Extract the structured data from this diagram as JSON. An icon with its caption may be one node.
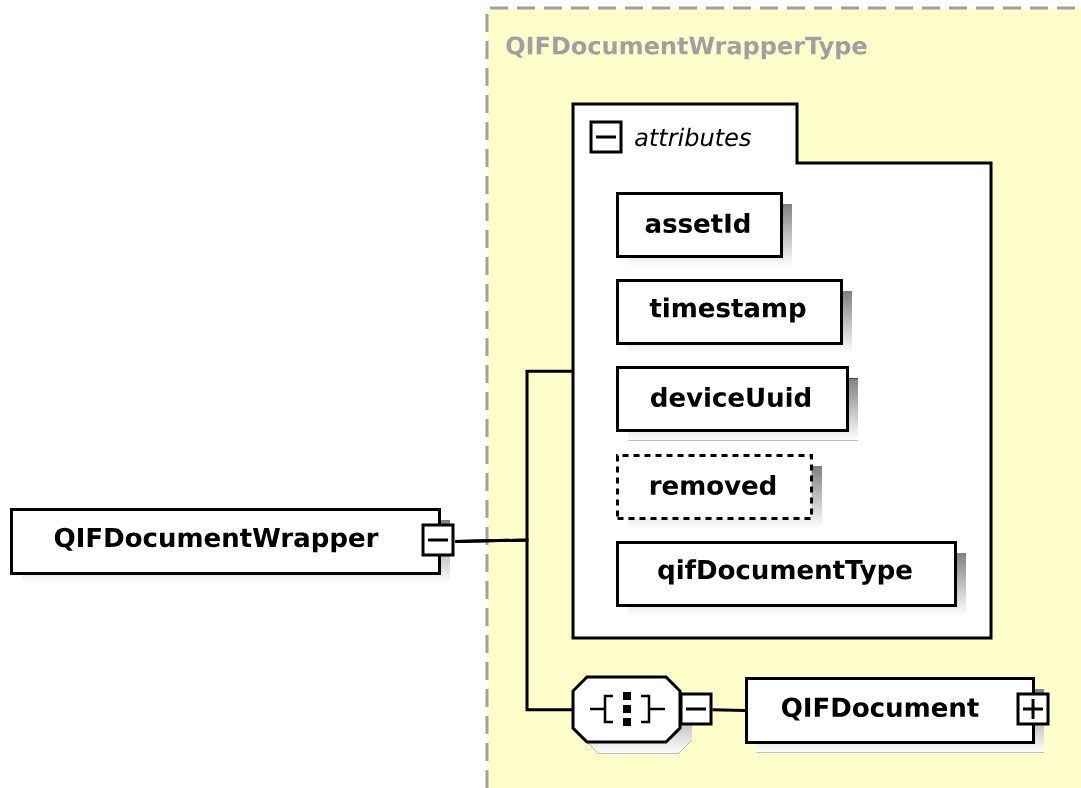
{
  "diagram": {
    "nodes": [
      {
        "text": [
          "QIFDocumentWrapper"
        ]
      },
      {
        "text": [
          "QIFDocumentWrapperType"
        ]
      },
      {
        "text": [
          "attributes"
        ],
        "in": 1
      },
      {
        "text": [
          "assetId"
        ],
        "in": 2
      },
      {
        "text": [
          "timestamp"
        ],
        "in": 2
      },
      {
        "text": [
          "deviceUuid"
        ],
        "in": 2
      },
      {
        "text": [
          "removed"
        ],
        "in": 2
      },
      {
        "text": [
          "qifDocumentType"
        ],
        "in": 2
      },
      {
        "text": [],
        "shape": "octagon",
        "in": 1
      },
      {
        "text": [
          "QIFDocument"
        ],
        "in": 1
      }
    ],
    "edges": [
      {
        "from": 0,
        "to": 2,
        "arrow": "none"
      },
      {
        "from": 0,
        "to": 8,
        "arrow": "none"
      },
      {
        "from": 8,
        "to": 9,
        "arrow": "none"
      }
    ]
  }
}
